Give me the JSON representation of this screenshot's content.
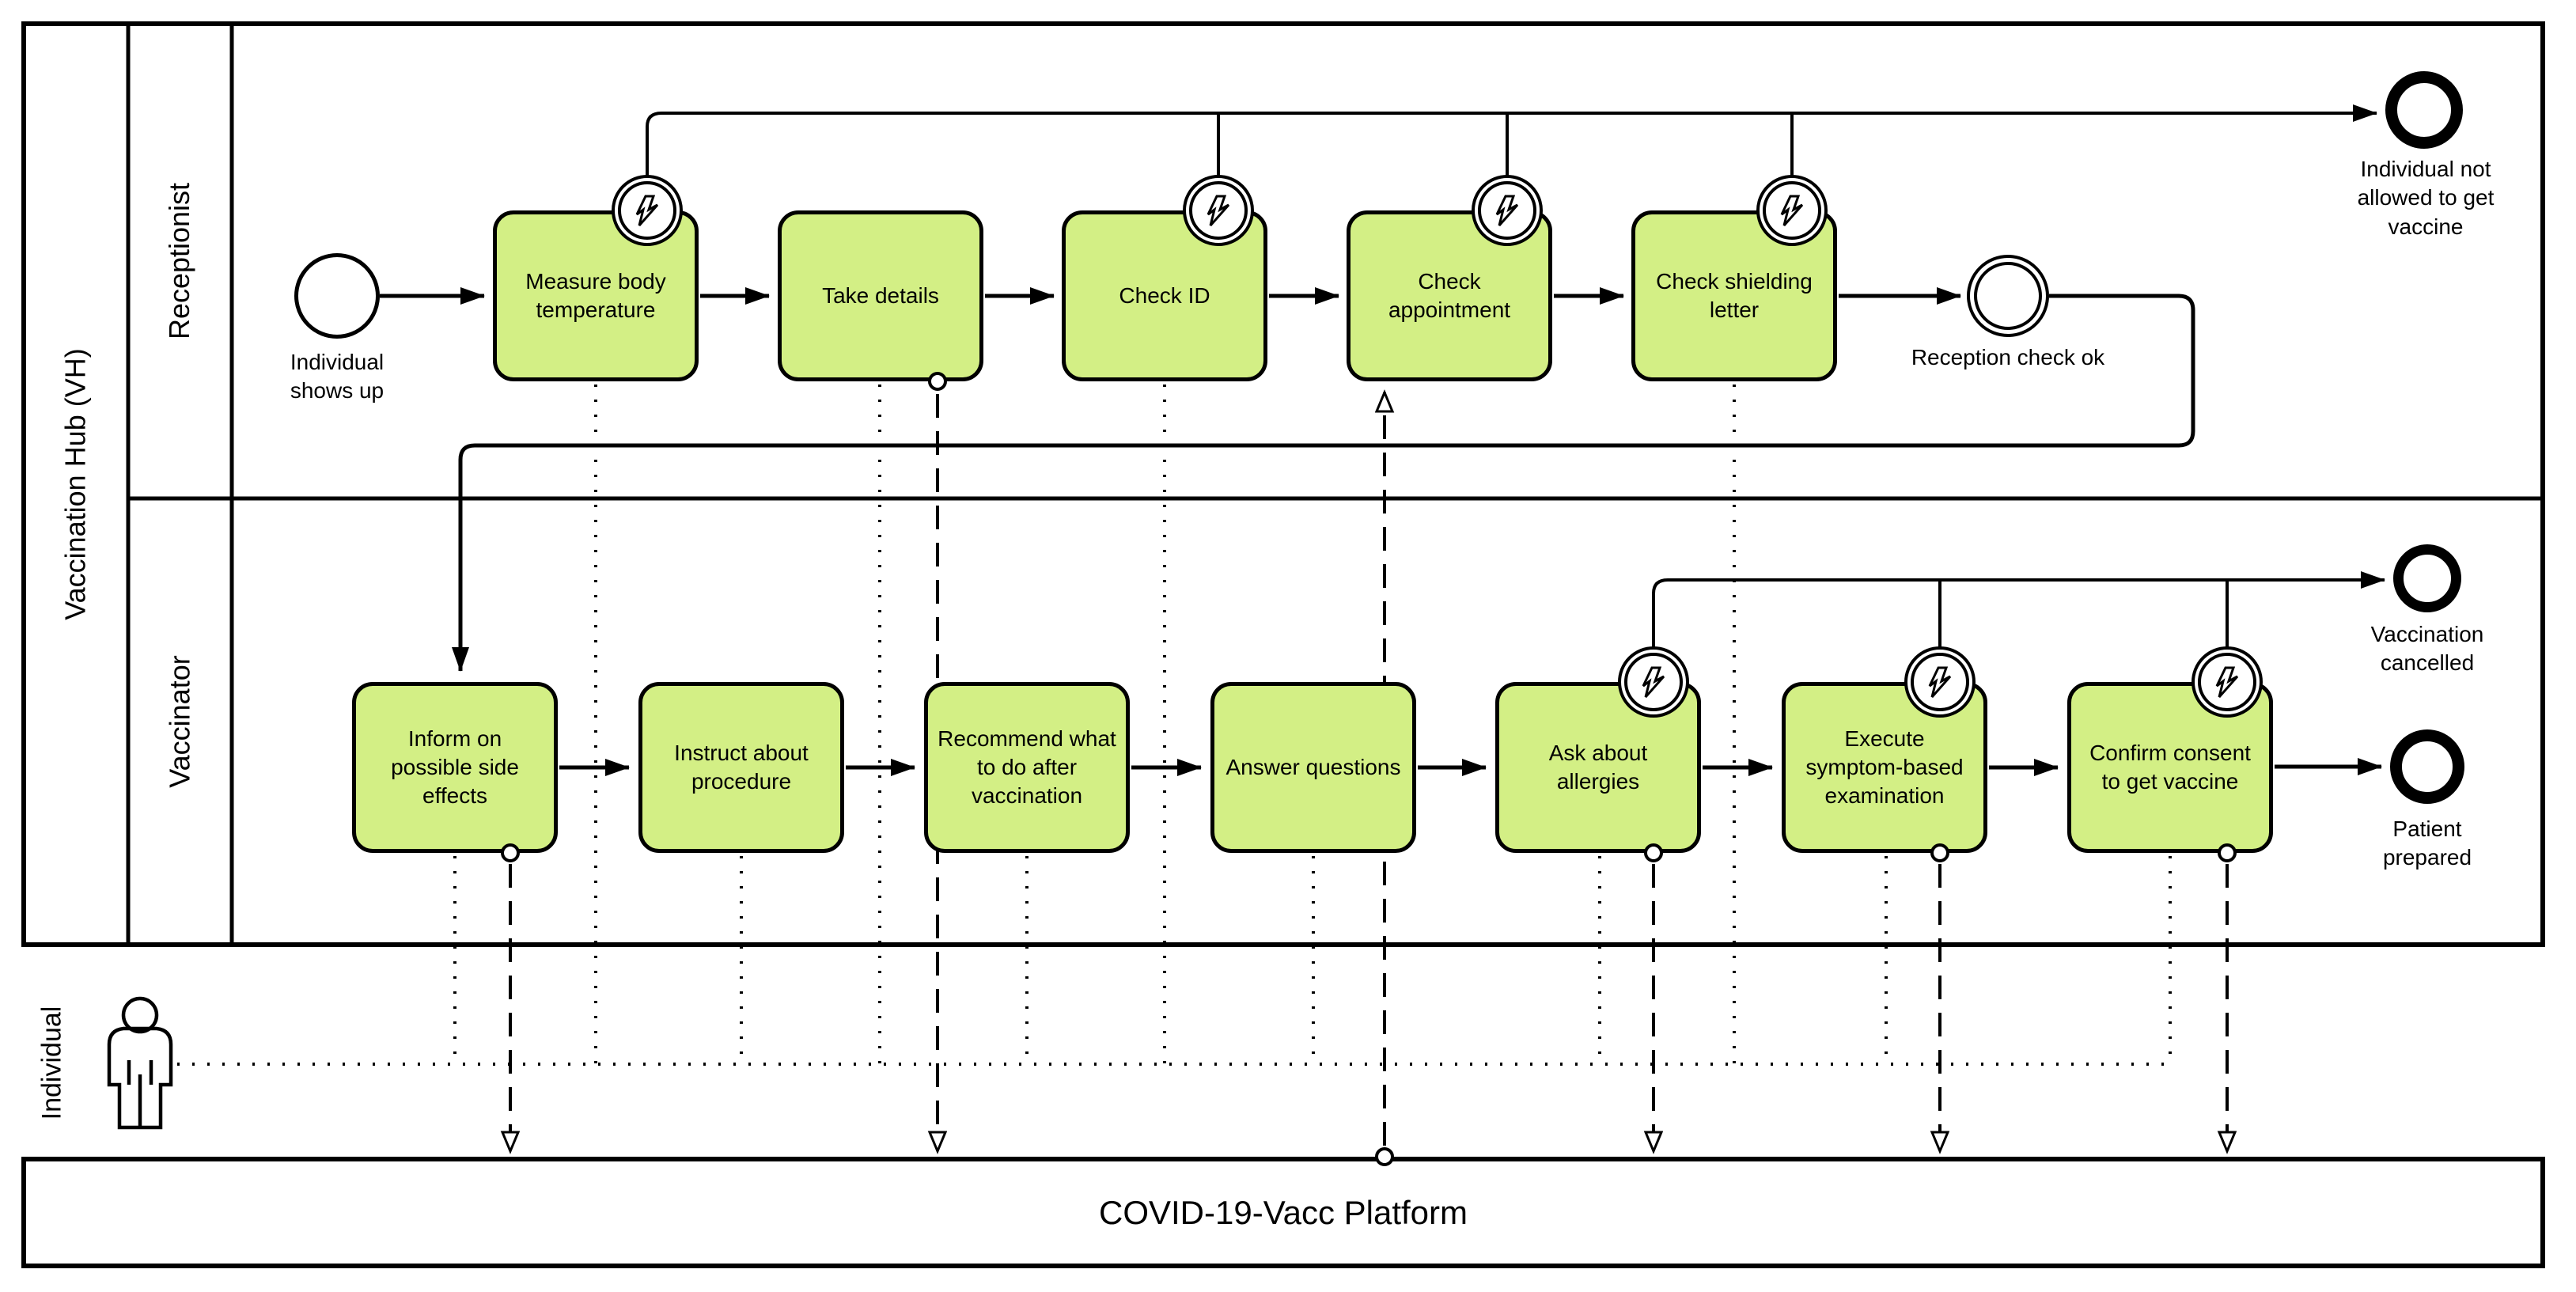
{
  "colors": {
    "task_fill": "#d3ef85",
    "stroke": "#000000",
    "background": "#ffffff"
  },
  "main_pool": {
    "label": "Vaccination Hub (VH)",
    "lanes": [
      {
        "label": "Receptionist",
        "tasks": [
          {
            "label": "Measure body temperature"
          },
          {
            "label": "Take details"
          },
          {
            "label": "Check ID"
          },
          {
            "label": "Check appointment"
          },
          {
            "label": "Check shielding letter"
          }
        ]
      },
      {
        "label": "Vaccinator",
        "tasks": [
          {
            "label": "Inform on possible side effects"
          },
          {
            "label": "Instruct about procedure"
          },
          {
            "label": "Recommend what to do after vaccination"
          },
          {
            "label": "Answer questions"
          },
          {
            "label": "Ask about allergies"
          },
          {
            "label": "Execute symptom-based examination"
          },
          {
            "label": "Confirm consent to get vaccine"
          }
        ]
      }
    ]
  },
  "events": {
    "start": {
      "label": "Individual shows up"
    },
    "reception_ok": {
      "label": "Reception check ok"
    },
    "end_not_allowed": {
      "label": "Individual not allowed to get vaccine"
    },
    "end_cancelled": {
      "label": "Vaccination cancelled"
    },
    "end_prepared": {
      "label": "Patient prepared"
    }
  },
  "actor": {
    "label": "Individual"
  },
  "platform_pool": {
    "label": "COVID-19-Vacc Platform"
  },
  "icons": {
    "boundary_events": "error-lightning-icon",
    "actor_figure": "person-icon"
  }
}
